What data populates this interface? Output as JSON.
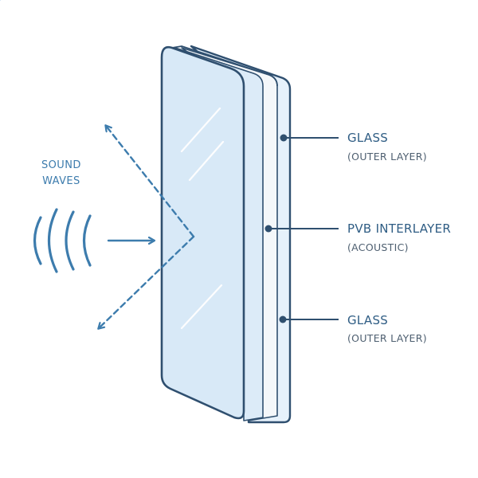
{
  "colors": {
    "outline": "#2f4f6f",
    "glass_front": "#d8e9f7",
    "glass_side": "#e6f1fb",
    "interlayer": "#f4f7fa",
    "sound": "#3d7cad",
    "dashed": "#3d7cad"
  },
  "sound_label": {
    "line1": "SOUND",
    "line2": "WAVES"
  },
  "layers": [
    {
      "title": "GLASS",
      "subtitle": "(OUTER LAYER)"
    },
    {
      "title": "PVB INTERLAYER",
      "subtitle": "(ACOUSTIC)"
    },
    {
      "title": "GLASS",
      "subtitle": "(OUTER LAYER)"
    }
  ]
}
